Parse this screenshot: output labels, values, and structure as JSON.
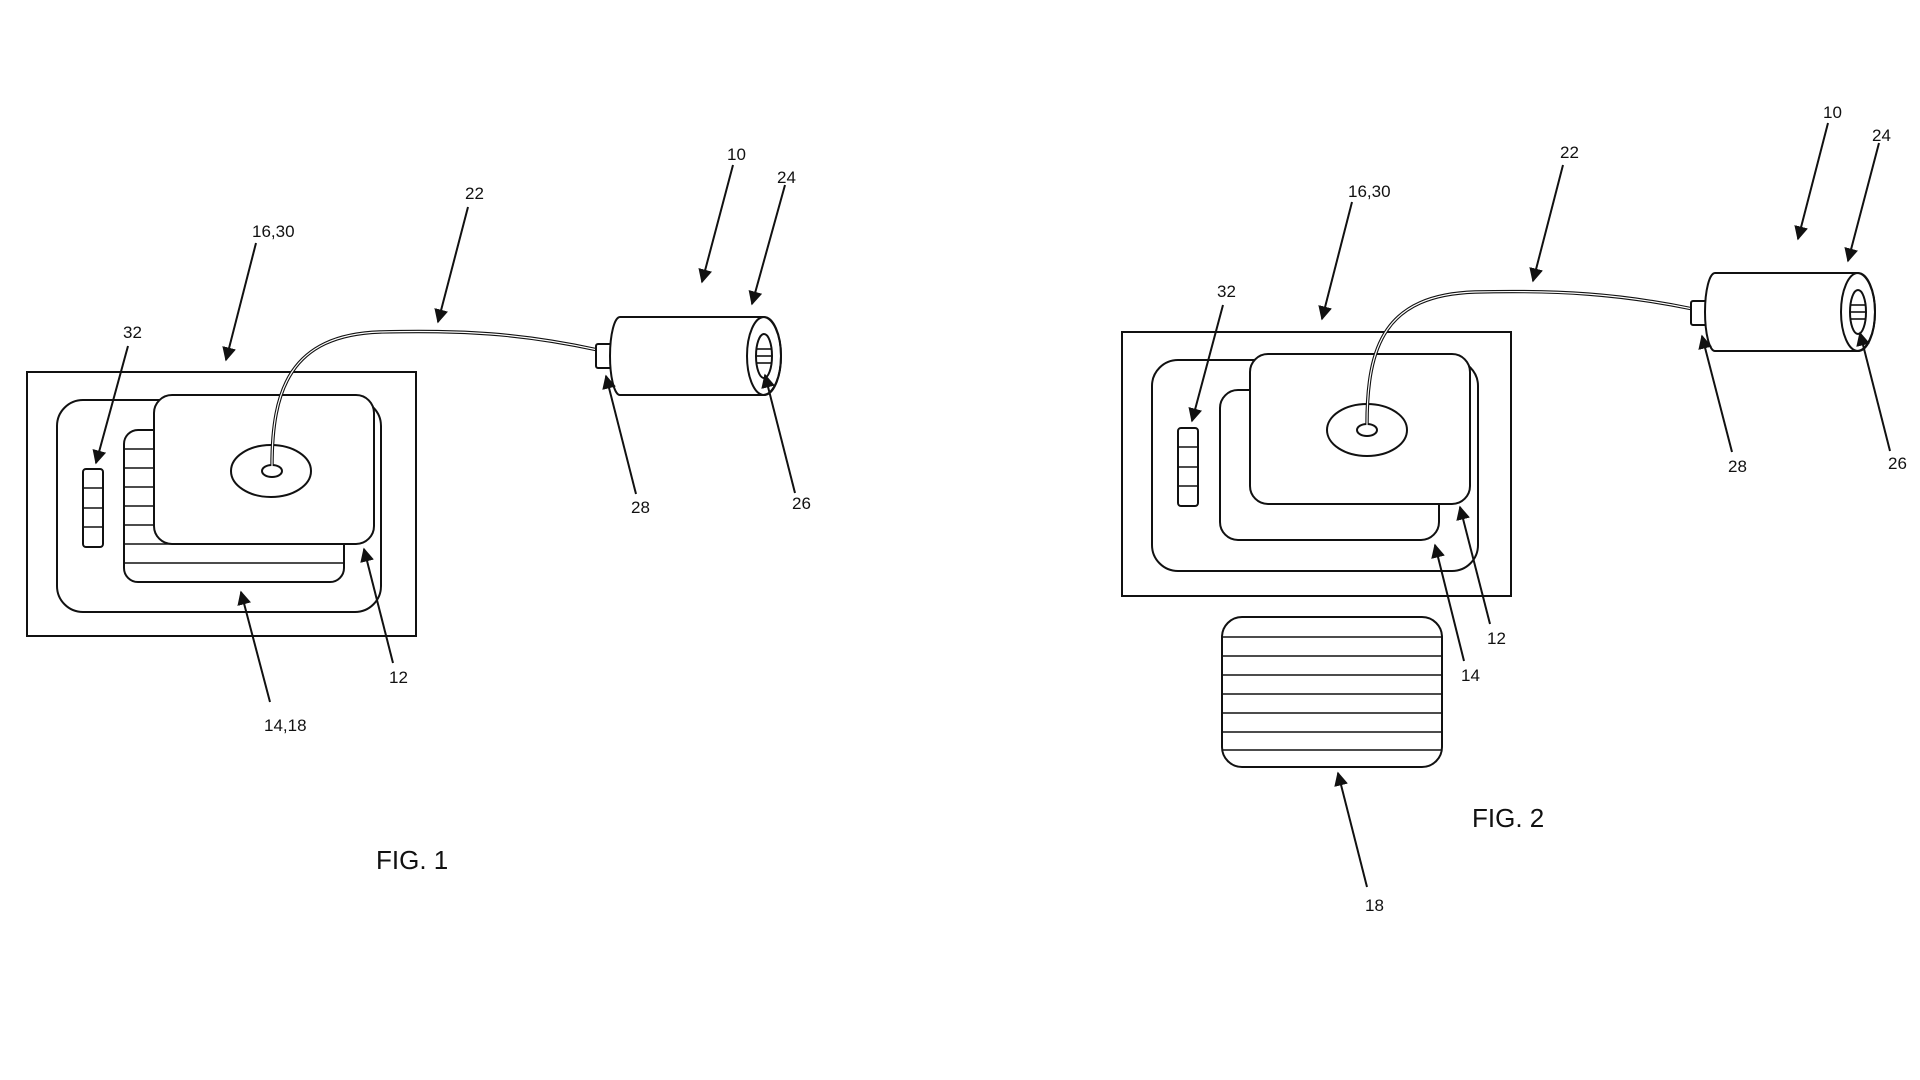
{
  "figures": [
    {
      "id": "fig1",
      "caption": "FIG. 1",
      "reference_numerals": {
        "device": "10",
        "component_12": "12",
        "component_14_18": "14,18",
        "component_16_30": "16,30",
        "cable": "22",
        "cylinder": "24",
        "cylinder_opening": "26",
        "connector": "28",
        "indicator": "32"
      }
    },
    {
      "id": "fig2",
      "caption": "FIG. 2",
      "reference_numerals": {
        "device": "10",
        "component_12": "12",
        "component_14": "14",
        "component_16_30": "16,30",
        "component_18": "18",
        "cable": "22",
        "cylinder": "24",
        "cylinder_opening": "26",
        "connector": "28",
        "indicator": "32"
      }
    }
  ]
}
